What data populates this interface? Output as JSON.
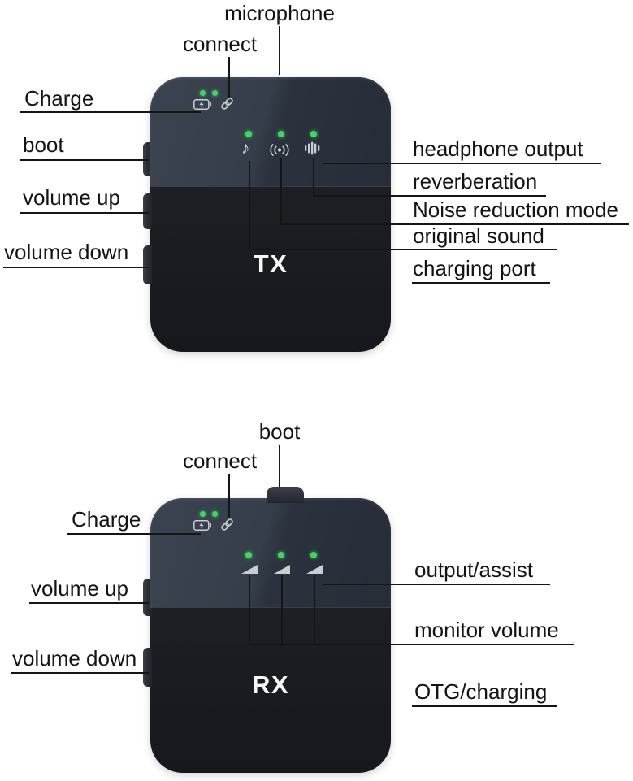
{
  "tx": {
    "device_label": "TX",
    "callouts": {
      "microphone": "microphone",
      "connect": "connect",
      "charge": "Charge",
      "boot": "boot",
      "volume_up": "volume up",
      "volume_down": "volume down",
      "headphone_output": "headphone output",
      "reverberation": "reverberation",
      "noise_reduction_mode": "Noise reduction mode",
      "original_sound": "original sound",
      "charging_port": "charging port"
    }
  },
  "rx": {
    "device_label": "RX",
    "callouts": {
      "boot": "boot",
      "connect": "connect",
      "charge": "Charge",
      "volume_up": "volume up",
      "volume_down": "volume down",
      "output_assist": "output/assist",
      "monitor_volume": "monitor volume",
      "otg_charging": "OTG/charging"
    }
  },
  "glyphs": {
    "music_note": "♪"
  },
  "colors": {
    "background": "#ffffff",
    "leader_line": "#151515",
    "label_text": "#131313",
    "device_body": "#1a1c21",
    "device_panel": "#343c49",
    "led_green": "#3cd95f",
    "icon_gray": "#c9ced3"
  }
}
